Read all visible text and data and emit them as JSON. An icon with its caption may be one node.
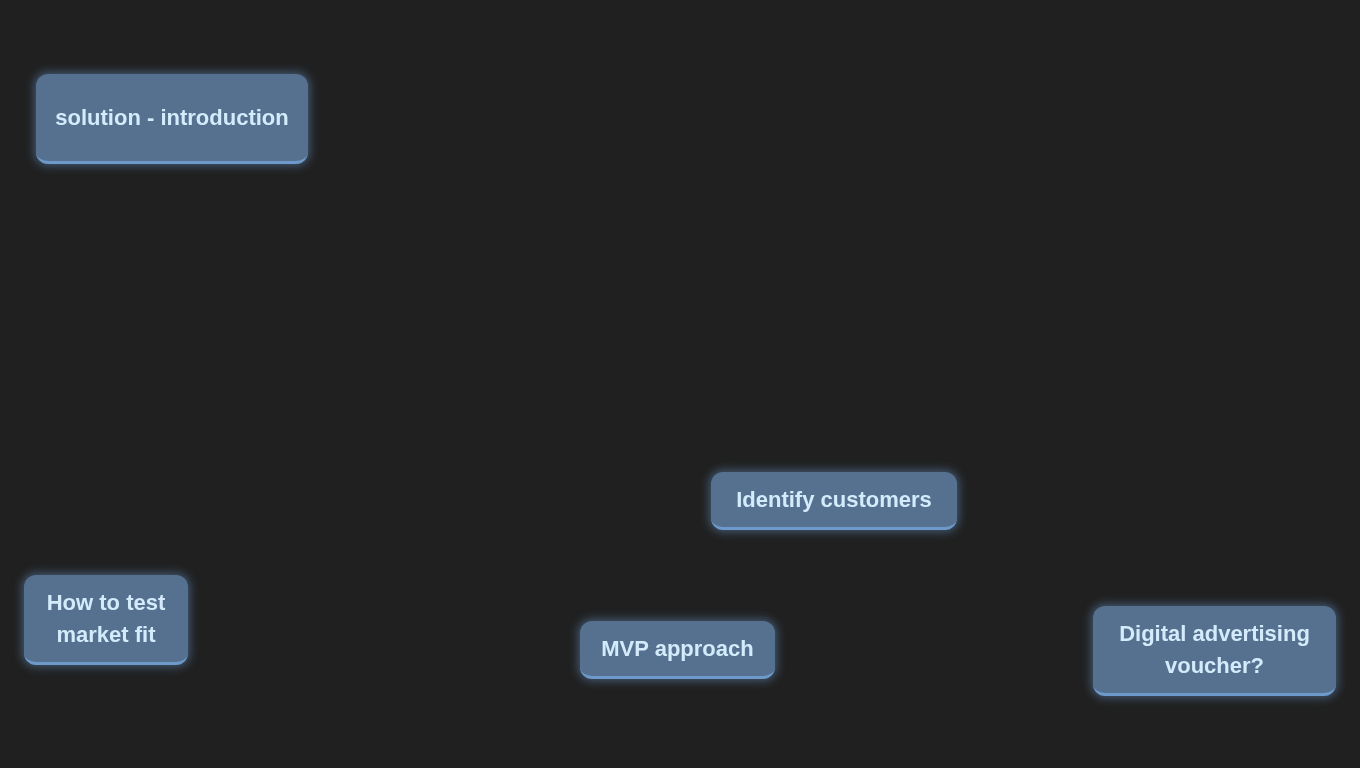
{
  "diagram": {
    "nodes": [
      {
        "text": [
          "solution - introduction"
        ]
      },
      {
        "text": [
          "Identify customers"
        ]
      },
      {
        "text": [
          "How to test market fit"
        ]
      },
      {
        "text": [
          "MVP approach"
        ]
      },
      {
        "text": [
          "Digital advertising voucher?"
        ]
      }
    ],
    "edges": []
  }
}
